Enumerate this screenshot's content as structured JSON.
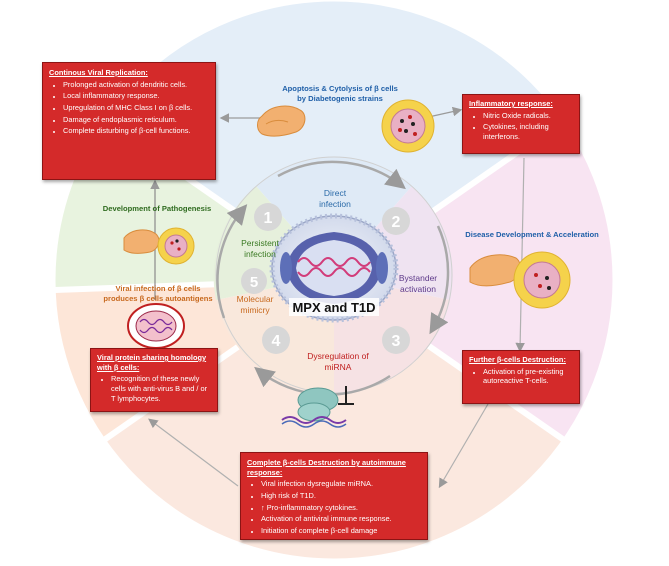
{
  "center_title": "MPX and T1D",
  "mechanisms": [
    {
      "number": "1",
      "label_line1": "Persistent",
      "label_line2": "infection"
    },
    {
      "number": "2",
      "label_line1": "Direct",
      "label_line2": "infection"
    },
    {
      "number": "3",
      "label_line1": "Bystander",
      "label_line2": "activation"
    },
    {
      "number": "4",
      "label_line1": "Dysregulation of",
      "label_line2": "miRNA"
    },
    {
      "number": "5",
      "label_line1": "Molecular",
      "label_line2": "mimicry"
    }
  ],
  "outer_labels": {
    "apoptosis_line1": "Apoptosis & Cytolysis of β cells",
    "apoptosis_line2": "by Diabetogenic strains",
    "development": "Development of Pathogenesis",
    "disease": "Disease Development & Acceleration",
    "viral_infection_line1": "Viral infection of β cells",
    "viral_infection_line2": "produces β cells autoantigens"
  },
  "boxes": {
    "continuous": {
      "title": "Continous Viral Replication:",
      "items": [
        "Prolonged activation of dendritic cells.",
        "Local inflammatory response.",
        "Upregulation of MHC Class I on β cells.",
        "Damage of endoplasmic reticulum.",
        "Complete disturbing of β-cell functions."
      ]
    },
    "inflammatory": {
      "title": "Inflammatory response:",
      "items": [
        "Nitric Oxide radicals.",
        "Cytokines, including interferons."
      ]
    },
    "further": {
      "title": "Further β-cells Destruction:",
      "items": [
        "Activation of pre-existing autoreactive T-cells."
      ]
    },
    "viral_protein": {
      "title": "Viral protein sharing homology with β cells:",
      "items": [
        "Recognition of these newly cells with anti-virus B and / or T lymphocytes."
      ]
    },
    "complete": {
      "title": "Complete β-cells Destruction by autoimmune response:",
      "items": [
        "Viral infection dysregulate miRNA.",
        "High risk of T1D.",
        "↑ Pro-inflammatory cytokines.",
        "Activation of antiviral immune response.",
        "Initiation of complete β-cell damage"
      ]
    }
  },
  "colors": {
    "box_red": "#d42a2a",
    "sector_blue": "#e4eef8",
    "sector_pink": "#f8e4f2",
    "sector_peach": "#fbe8df",
    "sector_green": "#e8f3df",
    "number_circle": "#d7d7d7"
  }
}
